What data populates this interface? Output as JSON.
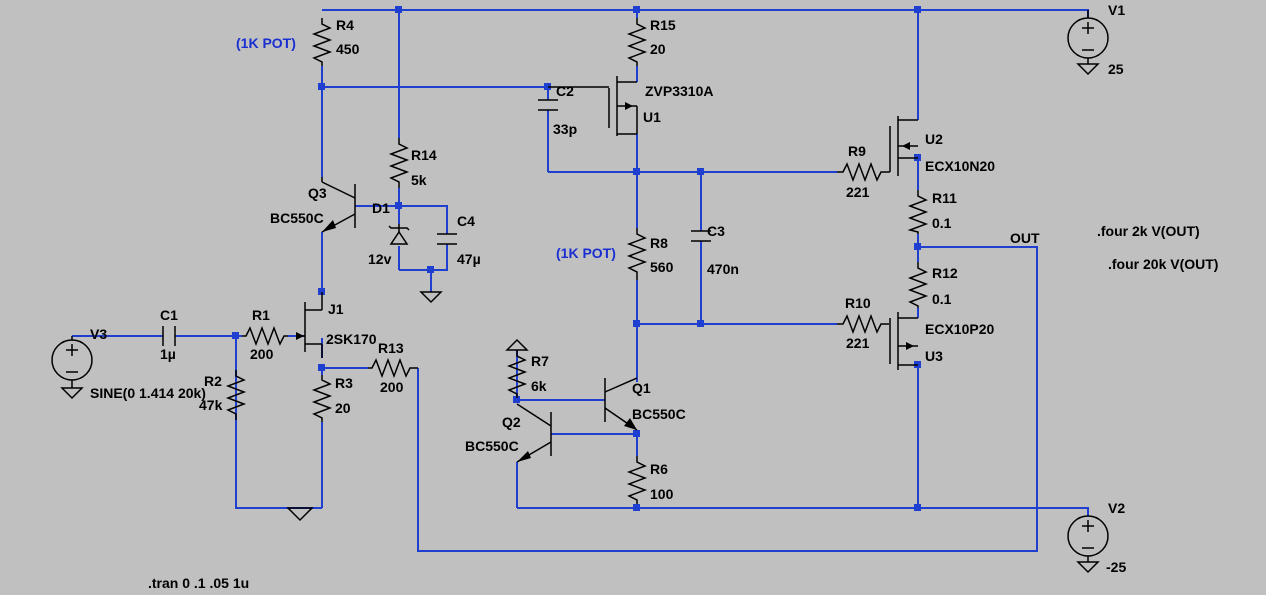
{
  "components": {
    "R4": {
      "ref": "R4",
      "value": "450",
      "note": "(1K POT)"
    },
    "R15": {
      "ref": "R15",
      "value": "20"
    },
    "R14": {
      "ref": "R14",
      "value": "5k"
    },
    "R9": {
      "ref": "R9",
      "value": "221"
    },
    "R11": {
      "ref": "R11",
      "value": "0.1"
    },
    "R12": {
      "ref": "R12",
      "value": "0.1"
    },
    "R10": {
      "ref": "R10",
      "value": "221"
    },
    "R8": {
      "ref": "R8",
      "value": "560",
      "note": "(1K POT)"
    },
    "R7": {
      "ref": "R7",
      "value": "6k"
    },
    "R6": {
      "ref": "R6",
      "value": "100"
    },
    "R1": {
      "ref": "R1",
      "value": "200"
    },
    "R2": {
      "ref": "R2",
      "value": "47k"
    },
    "R3": {
      "ref": "R3",
      "value": "20"
    },
    "R13": {
      "ref": "R13",
      "value": "200"
    },
    "C1": {
      "ref": "C1",
      "value": "1µ"
    },
    "C2": {
      "ref": "C2",
      "value": "33p"
    },
    "C3": {
      "ref": "C3",
      "value": "470n"
    },
    "C4": {
      "ref": "C4",
      "value": "47µ"
    },
    "D1": {
      "ref": "D1",
      "value": "12v"
    },
    "Q1": {
      "ref": "Q1",
      "value": "BC550C"
    },
    "Q2": {
      "ref": "Q2",
      "value": "BC550C"
    },
    "Q3": {
      "ref": "Q3",
      "value": "BC550C"
    },
    "J1": {
      "ref": "J1",
      "value": "2SK170"
    },
    "U1": {
      "ref": "U1",
      "value": "ZVP3310A"
    },
    "U2": {
      "ref": "U2",
      "value": "ECX10N20"
    },
    "U3": {
      "ref": "U3",
      "value": "ECX10P20"
    },
    "V1": {
      "ref": "V1",
      "value": "25"
    },
    "V2": {
      "ref": "V2",
      "value": "-25"
    },
    "V3": {
      "ref": "V3",
      "value": "SINE(0 1.414 20k)"
    }
  },
  "net_labels": {
    "out": "OUT"
  },
  "directives": {
    "four_2k": ".four 2k V(OUT)",
    "four_20k": ".four 20k V(OUT)",
    "tran": ".tran 0 .1 .05 1u"
  }
}
